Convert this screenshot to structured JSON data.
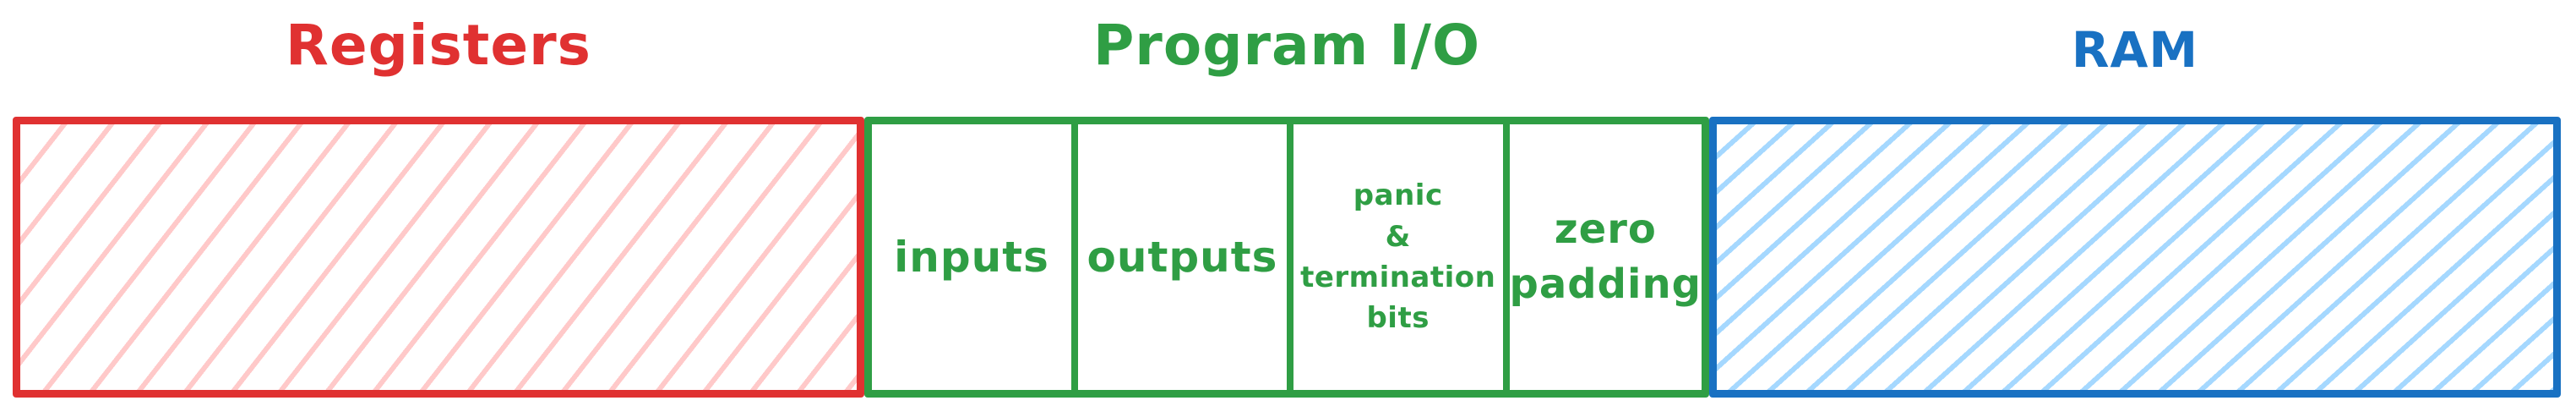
{
  "diagram": {
    "registers": {
      "title": "Registers",
      "stroke_color": "#e03131",
      "hatch_color": "#ffc9c9",
      "fill_style": "hachure"
    },
    "program_io": {
      "title": "Program I/O",
      "stroke_color": "#2f9e44",
      "cells": [
        {
          "name": "inputs",
          "lines": [
            "inputs"
          ]
        },
        {
          "name": "outputs",
          "lines": [
            "outputs"
          ]
        },
        {
          "name": "panic-termination-bits",
          "lines": [
            "panic",
            "&",
            "termination",
            "bits"
          ]
        },
        {
          "name": "zero-padding",
          "lines": [
            "zero",
            "padding"
          ]
        }
      ]
    },
    "ram": {
      "title": "RAM",
      "stroke_color": "#1971c2",
      "hatch_color": "#a5d8ff",
      "fill_style": "hachure"
    }
  }
}
